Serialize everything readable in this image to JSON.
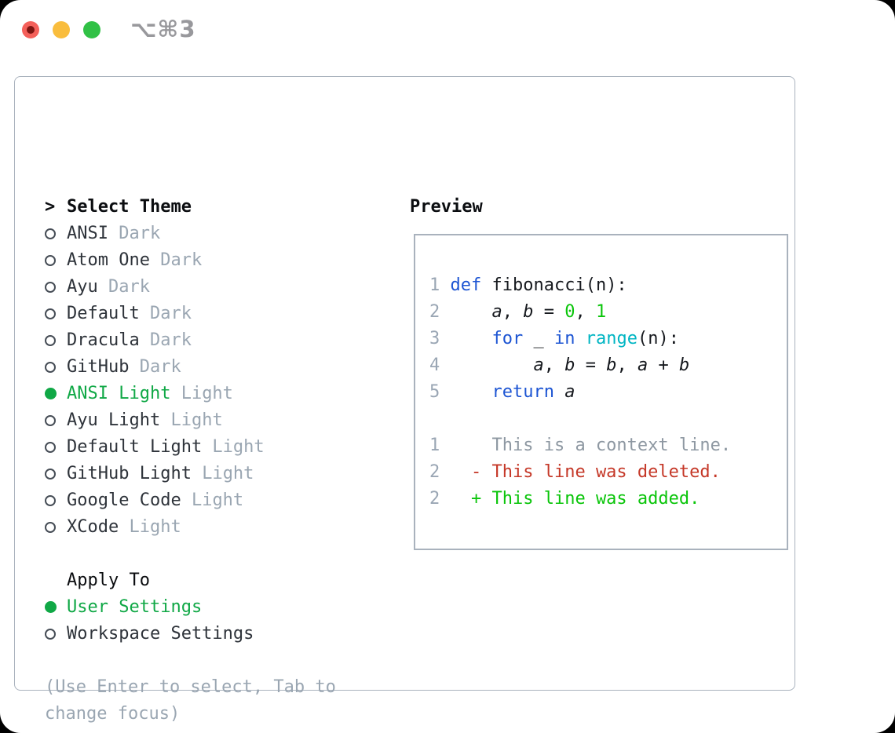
{
  "window": {
    "shortcut": "⌥⌘3"
  },
  "theme_picker": {
    "header_prefix": ">",
    "header": "Select Theme",
    "themes": [
      {
        "name": "ANSI",
        "variant": "Dark",
        "selected": false
      },
      {
        "name": "Atom One",
        "variant": "Dark",
        "selected": false
      },
      {
        "name": "Ayu",
        "variant": "Dark",
        "selected": false
      },
      {
        "name": "Default",
        "variant": "Dark",
        "selected": false
      },
      {
        "name": "Dracula",
        "variant": "Dark",
        "selected": false
      },
      {
        "name": "GitHub",
        "variant": "Dark",
        "selected": false
      },
      {
        "name": "ANSI Light",
        "variant": "Light",
        "selected": true
      },
      {
        "name": "Ayu Light",
        "variant": "Light",
        "selected": false
      },
      {
        "name": "Default Light",
        "variant": "Light",
        "selected": false
      },
      {
        "name": "GitHub Light",
        "variant": "Light",
        "selected": false
      },
      {
        "name": "Google Code",
        "variant": "Light",
        "selected": false
      },
      {
        "name": "XCode",
        "variant": "Light",
        "selected": false
      }
    ],
    "apply_to": {
      "header": "Apply To",
      "options": [
        {
          "name": "User Settings",
          "selected": true
        },
        {
          "name": "Workspace Settings",
          "selected": false
        }
      ]
    },
    "hint": "(Use Enter to select, Tab to change focus)"
  },
  "preview": {
    "title": "Preview",
    "lines": [
      {
        "tokens": [
          [
            "ln",
            "1 "
          ],
          [
            "kw",
            "def"
          ],
          [
            "txt",
            " fibonacci(n):"
          ]
        ]
      },
      {
        "tokens": [
          [
            "ln",
            "2 "
          ],
          [
            "txt",
            "    "
          ],
          [
            "var",
            "a"
          ],
          [
            "txt",
            ", "
          ],
          [
            "var",
            "b"
          ],
          [
            "txt",
            " = "
          ],
          [
            "num",
            "0"
          ],
          [
            "txt",
            ", "
          ],
          [
            "num",
            "1"
          ]
        ]
      },
      {
        "tokens": [
          [
            "ln",
            "3 "
          ],
          [
            "txt",
            "    "
          ],
          [
            "kw",
            "for"
          ],
          [
            "txt",
            " _ "
          ],
          [
            "kw",
            "in"
          ],
          [
            "txt",
            " "
          ],
          [
            "bi",
            "range"
          ],
          [
            "txt",
            "(n):"
          ]
        ]
      },
      {
        "tokens": [
          [
            "ln",
            "4 "
          ],
          [
            "txt",
            "        "
          ],
          [
            "var",
            "a"
          ],
          [
            "txt",
            ", "
          ],
          [
            "var",
            "b"
          ],
          [
            "txt",
            " = "
          ],
          [
            "var",
            "b"
          ],
          [
            "txt",
            ", "
          ],
          [
            "var",
            "a"
          ],
          [
            "txt",
            " + "
          ],
          [
            "var",
            "b"
          ]
        ]
      },
      {
        "tokens": [
          [
            "ln",
            "5 "
          ],
          [
            "txt",
            "    "
          ],
          [
            "kw",
            "return"
          ],
          [
            "txt",
            " "
          ],
          [
            "var",
            "a"
          ]
        ]
      },
      {
        "tokens": []
      },
      {
        "tokens": [
          [
            "ln",
            "1 "
          ],
          [
            "ctx",
            "    This is a context line."
          ]
        ]
      },
      {
        "tokens": [
          [
            "ln",
            "2 "
          ],
          [
            "txt",
            "  "
          ],
          [
            "del",
            "- This line was deleted."
          ]
        ]
      },
      {
        "tokens": [
          [
            "ln",
            "2 "
          ],
          [
            "txt",
            "  "
          ],
          [
            "add",
            "+ This line was added."
          ]
        ]
      }
    ]
  },
  "colors": {
    "accent_green": "#10a846",
    "muted_gray": "#9aa6b2",
    "text": "#2e333a",
    "heading": "#0b0d10",
    "panel_border": "#a9b2bd",
    "code_keyword_blue": "#1d55d3",
    "code_builtin_cyan": "#00b5c3",
    "code_number_green": "#0ac50a",
    "diff_deleted_red": "#c53828",
    "diff_added_green": "#0ac50a",
    "diff_context_gray": "#8e98a2",
    "line_number_gray": "#9aa6b4",
    "traffic_red": "#f4605a",
    "traffic_yellow": "#f9bd3d",
    "traffic_green": "#31c146"
  }
}
